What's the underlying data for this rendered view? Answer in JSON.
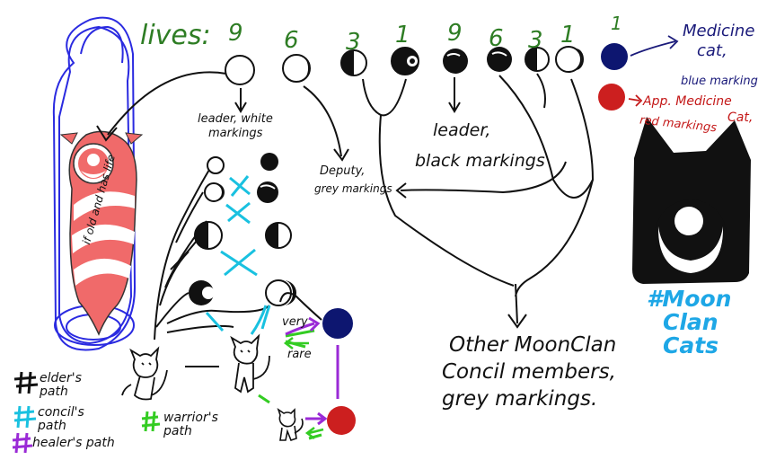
{
  "lives": {
    "label": "lives:",
    "numbers": [
      "9",
      "6",
      "3",
      "1",
      "9",
      "6",
      "3",
      "1",
      "1"
    ]
  },
  "labels": {
    "medicine_cat": [
      "Medicine",
      "cat,",
      "blue marking"
    ],
    "app_medicine": [
      "App. Medicine",
      "Cat,",
      "red markings"
    ],
    "leader_white": [
      "leader, white",
      "markings"
    ],
    "leader_black": [
      "leader,",
      "black markings"
    ],
    "deputy": [
      "Deputy,",
      "grey markings"
    ],
    "if_old": "if old and has life",
    "very_rare": [
      "very",
      "rare"
    ],
    "other_members": [
      "Other MoonClan",
      "Concil members,",
      "grey markings."
    ],
    "hashtag": [
      "#Moon",
      "Clan",
      "Cats"
    ]
  },
  "legend": {
    "elder": "elder's path",
    "council": "concil's path",
    "healer": "healer's path",
    "warrior": "warrior's path"
  },
  "colors": {
    "green": "#2e7d24",
    "blue_dot": "#0d1670",
    "red_dot": "#cc1f1f",
    "medicine_text": "#1a1a7a",
    "app_text": "#c41818",
    "hashtag": "#1ea7e6",
    "council": "#19c1e0",
    "healer": "#9a2ad6",
    "warrior": "#33cc22",
    "banner_red": "#f06a6a",
    "banner_blue": "#2a2ae0"
  }
}
